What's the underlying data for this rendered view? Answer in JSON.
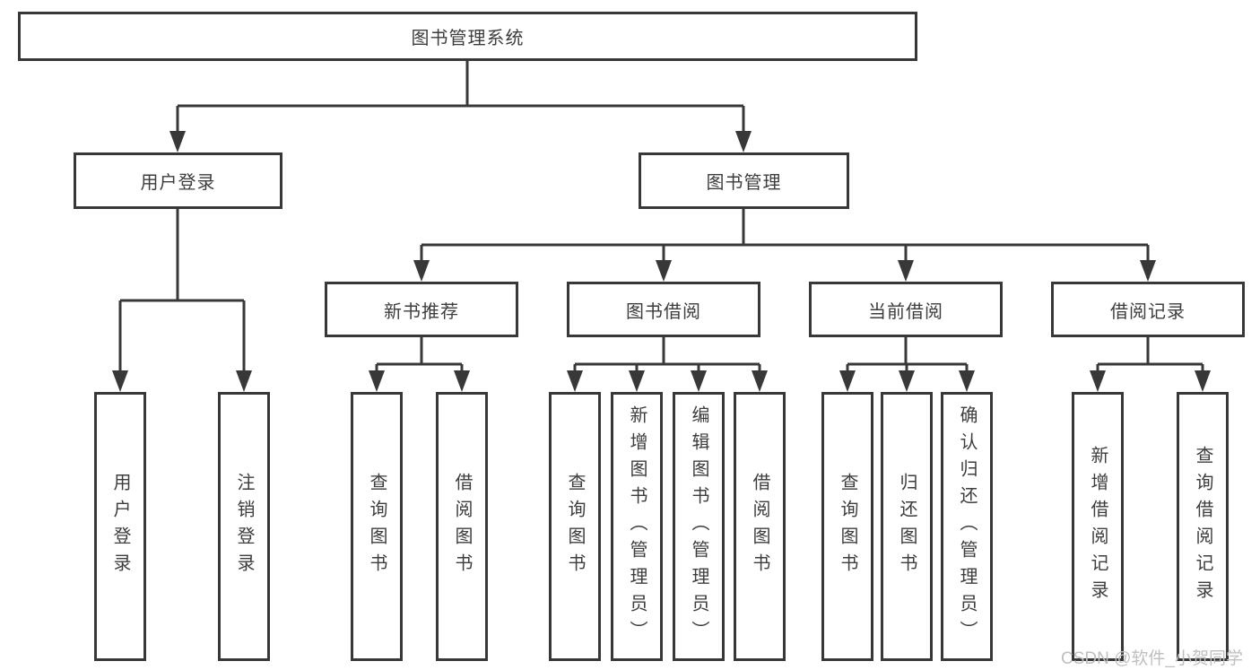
{
  "colors": {
    "line": "#383838",
    "box_border": "#383838",
    "box_background": "#ffffff",
    "text": "#3d3d3d",
    "watermark": "#bfbfbf",
    "page_background": "#ffffff"
  },
  "watermark": {
    "text": "CSDN @软件_小贺同学"
  },
  "tree": {
    "root": {
      "label": "图书管理系统",
      "children": [
        {
          "label": "用户登录",
          "children": [
            {
              "label": "用户登录"
            },
            {
              "label": "注销登录"
            }
          ]
        },
        {
          "label": "图书管理",
          "children": [
            {
              "label": "新书推荐",
              "children": [
                {
                  "label": "查询图书"
                },
                {
                  "label": "借阅图书"
                }
              ]
            },
            {
              "label": "图书借阅",
              "children": [
                {
                  "label": "查询图书"
                },
                {
                  "label": "新增图书（管理员）"
                },
                {
                  "label": "编辑图书（管理员）"
                },
                {
                  "label": "借阅图书"
                }
              ]
            },
            {
              "label": "当前借阅",
              "children": [
                {
                  "label": "查询图书"
                },
                {
                  "label": "归还图书"
                },
                {
                  "label": "确认归还（管理员）"
                }
              ]
            },
            {
              "label": "借阅记录",
              "children": [
                {
                  "label": "新增借阅记录"
                },
                {
                  "label": "查询借阅记录"
                }
              ]
            }
          ]
        }
      ]
    }
  }
}
